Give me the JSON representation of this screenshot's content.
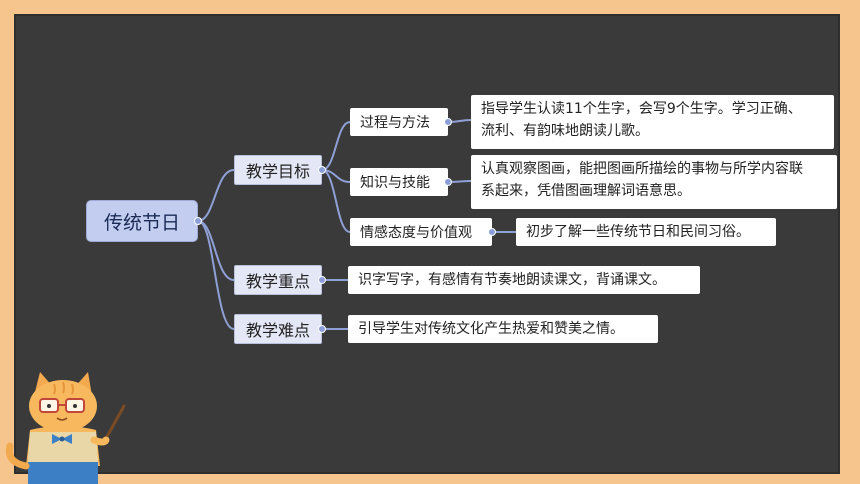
{
  "root": {
    "label": "传统节日"
  },
  "branches": [
    {
      "label": "教学目标",
      "children": [
        {
          "label": "过程与方法",
          "detail_lines": [
            "指导学生认读11个生字，会写9个生字。学习正确、",
            "流利、有韵味地朗读儿歌。"
          ]
        },
        {
          "label": "知识与技能",
          "detail_lines": [
            "认真观察图画，能把图画所描绘的事物与所学内容联",
            "系起来，凭借图画理解词语意思。"
          ]
        },
        {
          "label": "情感态度与价值观",
          "detail_lines": [
            "初步了解一些传统节日和民间习俗。"
          ]
        }
      ]
    },
    {
      "label": "教学重点",
      "detail_lines": [
        "识字写字，有感情有节奏地朗读课文，背诵课文。"
      ]
    },
    {
      "label": "教学难点",
      "detail_lines": [
        "引导学生对传统文化产生热爱和赞美之情。"
      ]
    }
  ],
  "colors": {
    "board": "#3a3a3a",
    "frame": "#f6c58e",
    "root_fill": "#c2cdf0",
    "branch_fill": "#e4e7f5",
    "link": "#8fa0d6"
  },
  "icons": [
    "collapse-toggle-icon",
    "cat-mascot-icon"
  ]
}
